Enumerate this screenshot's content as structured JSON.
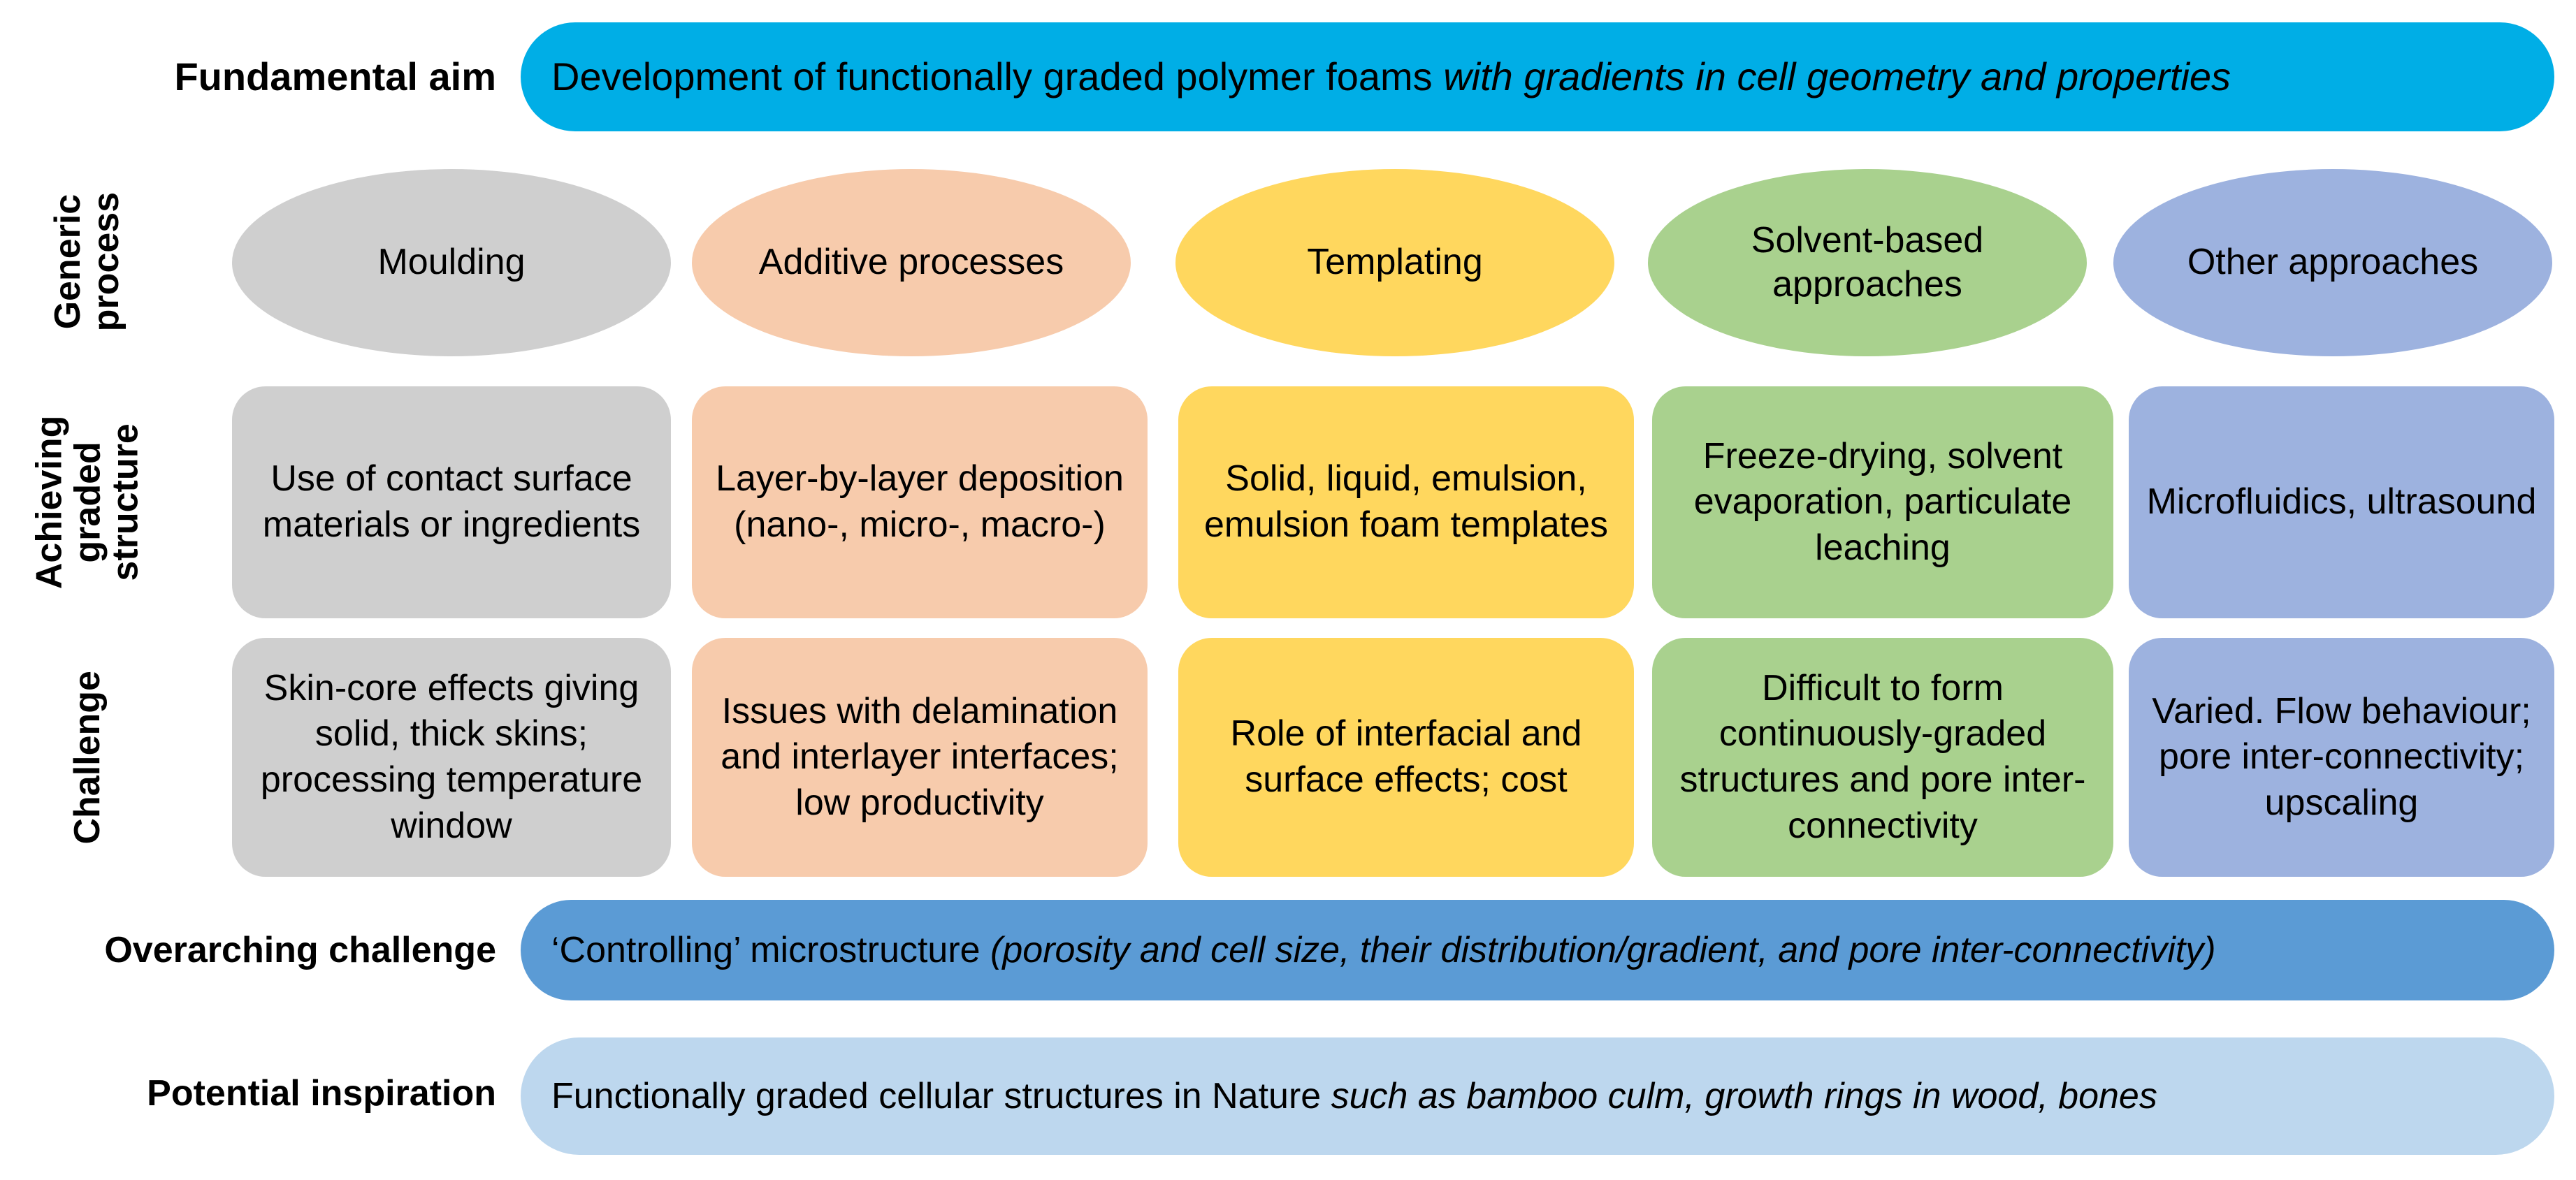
{
  "palette": {
    "cyan": "#00AEE6",
    "mid_blue": "#5B9BD5",
    "light_blue": "#BDD7EE",
    "grey": "#CFCFCF",
    "peach": "#F7CBAC",
    "yellow": "#FFD75E",
    "green": "#A9D18E",
    "periwinkle": "#9DB2DF",
    "text": "#000000",
    "background": "#FFFFFF"
  },
  "rows": {
    "fundamental_aim": {
      "label": "Fundamental aim",
      "banner_text_plain": "Development of functionally graded polymer foams ",
      "banner_text_italic": "with gradients in cell geometry and properties"
    },
    "generic_process": {
      "label_line1": "Generic",
      "label_line2": "process"
    },
    "achieving_graded_structure": {
      "label_line1": "Achieving",
      "label_line2": "graded",
      "label_line3": "structure"
    },
    "challenge": {
      "label": "Challenge"
    },
    "overarching_challenge": {
      "label": "Overarching challenge",
      "banner_text_plain": "‘Controlling’ microstructure ",
      "banner_text_italic": "(porosity and cell size, their distribution/gradient, and pore inter-connectivity)"
    },
    "potential_inspiration": {
      "label": "Potential inspiration",
      "banner_text_plain": "Functionally graded cellular structures in Nature ",
      "banner_text_italic": "such as bamboo culm, growth rings in wood, bones"
    }
  },
  "columns": [
    {
      "id": "moulding",
      "color": "#CFCFCF",
      "process": "Moulding",
      "achieving": "Use of contact surface materials or ingredients",
      "challenge": "Skin-core effects giving solid, thick skins; processing temperature window"
    },
    {
      "id": "additive-processes",
      "color": "#F7CBAC",
      "process": "Additive processes",
      "achieving": "Layer-by-layer deposition (nano-, micro-, macro-)",
      "challenge": "Issues with delamination and interlayer interfaces; low productivity"
    },
    {
      "id": "templating",
      "color": "#FFD75E",
      "process": "Templating",
      "achieving": "Solid, liquid, emulsion, emulsion foam templates",
      "challenge": "Role of interfacial and surface effects; cost"
    },
    {
      "id": "solvent-based-approaches",
      "color": "#A9D18E",
      "process": "Solvent-based approaches",
      "achieving": "Freeze-drying, solvent evaporation, particulate leaching",
      "challenge": "Difficult to form continuously-graded structures and pore inter-connectivity"
    },
    {
      "id": "other-approaches",
      "color": "#9DB2DF",
      "process": "Other approaches",
      "achieving": "Microfluidics, ultrasound",
      "challenge": "Varied. Flow behaviour; pore inter-connectivity; upscaling"
    }
  ]
}
